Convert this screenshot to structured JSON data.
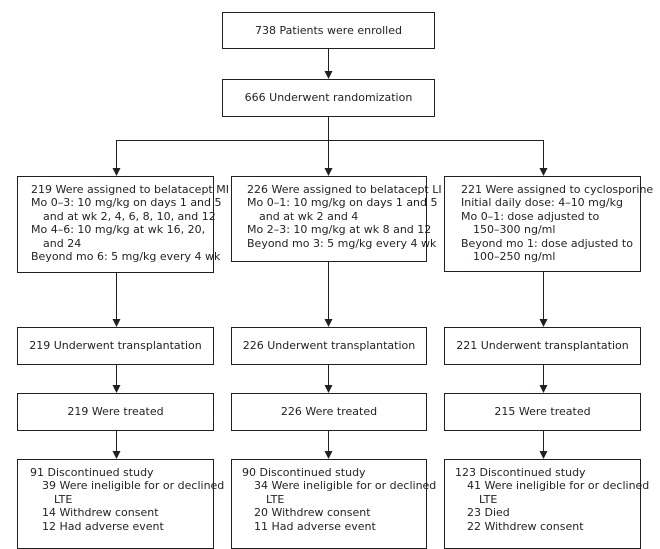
{
  "enrolled": "738 Patients were enrolled",
  "randomized": "666 Underwent randomization",
  "arms": [
    {
      "assigned": [
        "219 Were assigned to belatacept MI",
        "Mo 0–3: 10 mg/kg on days 1 and 5",
        "and at wk 2, 4, 6, 8, 10, and 12",
        "Mo 4–6: 10 mg/kg at wk 16, 20,",
        "and 24",
        "Beyond mo 6: 5 mg/kg every 4 wk"
      ],
      "transplant": "219 Underwent transplantation",
      "treated": "219 Were treated",
      "discontinued": [
        "91 Discontinued study",
        "39 Were ineligible for or declined",
        "LTE",
        "14 Withdrew consent",
        "12 Had adverse event"
      ]
    },
    {
      "assigned": [
        "226 Were assigned to belatacept LI",
        "Mo 0–1: 10 mg/kg on days 1 and 5",
        "and at wk 2 and 4",
        "Mo 2–3: 10 mg/kg at wk 8 and 12",
        "Beyond mo 3: 5 mg/kg every 4 wk"
      ],
      "transplant": "226 Underwent transplantation",
      "treated": "226 Were treated",
      "discontinued": [
        "90 Discontinued study",
        "34 Were ineligible for or declined",
        "LTE",
        "20 Withdrew consent",
        "11 Had adverse event"
      ]
    },
    {
      "assigned": [
        "221 Were assigned to cyclosporine",
        "Initial daily dose: 4–10 mg/kg",
        "Mo 0–1: dose adjusted to",
        "150–300 ng/ml",
        "Beyond mo 1: dose adjusted to",
        "100–250 ng/ml"
      ],
      "transplant": "221 Underwent transplantation",
      "treated": "215 Were treated",
      "discontinued": [
        "123 Discontinued study",
        "41 Were ineligible for or declined",
        "LTE",
        "23 Died",
        "22 Withdrew consent"
      ]
    }
  ]
}
